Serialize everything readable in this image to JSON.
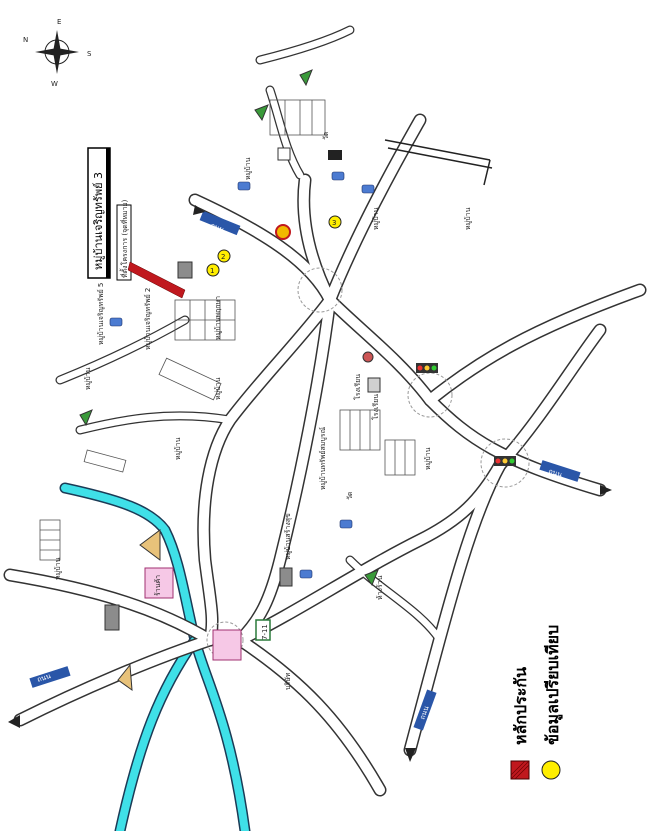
{
  "compass": {
    "n": "N",
    "e": "E",
    "s": "S",
    "w": "W"
  },
  "project_label": "หมู่บ้านเจริญทรัพย์ 3",
  "project_sublabel": "ที่ตั้งโครงการ (จุดที่หมาย)",
  "markers": [
    "1",
    "2",
    "3"
  ],
  "legend": {
    "red_label": "หลักประกัน",
    "yellow_label": "ข้อมูลเปรียบเทียบ",
    "red_color": "#c0181e",
    "yellow_color": "#ffee00"
  },
  "road_signs": [
    "ถนน",
    "ถนน",
    "ถนน",
    "ถนน"
  ],
  "store_labels": {
    "seven_eleven": "7-11",
    "shop": "ร้านค้า"
  },
  "place_labels": [
    "หมู่บ้านเจริญทรัพย์ 2",
    "หมู่บ้านเจริญทรัพย์ 5",
    "หมู่บ้าน",
    "หมู่บ้านพฤกษา",
    "หมู่บ้าน",
    "หมู่บ้าน",
    "หมู่บ้านสร้างสุข",
    "โรงเรียน",
    "วัด",
    "ห้างร้าน",
    "หมู่บ้าน",
    "โรงเรียน",
    "หมู่บ้านทรัพย์สมบูรณ์",
    "บริษัท",
    "หมู่บ้าน",
    "หมู่บ้าน",
    "หมู่บ้าน",
    "วัด",
    "หมู่บ้าน"
  ]
}
